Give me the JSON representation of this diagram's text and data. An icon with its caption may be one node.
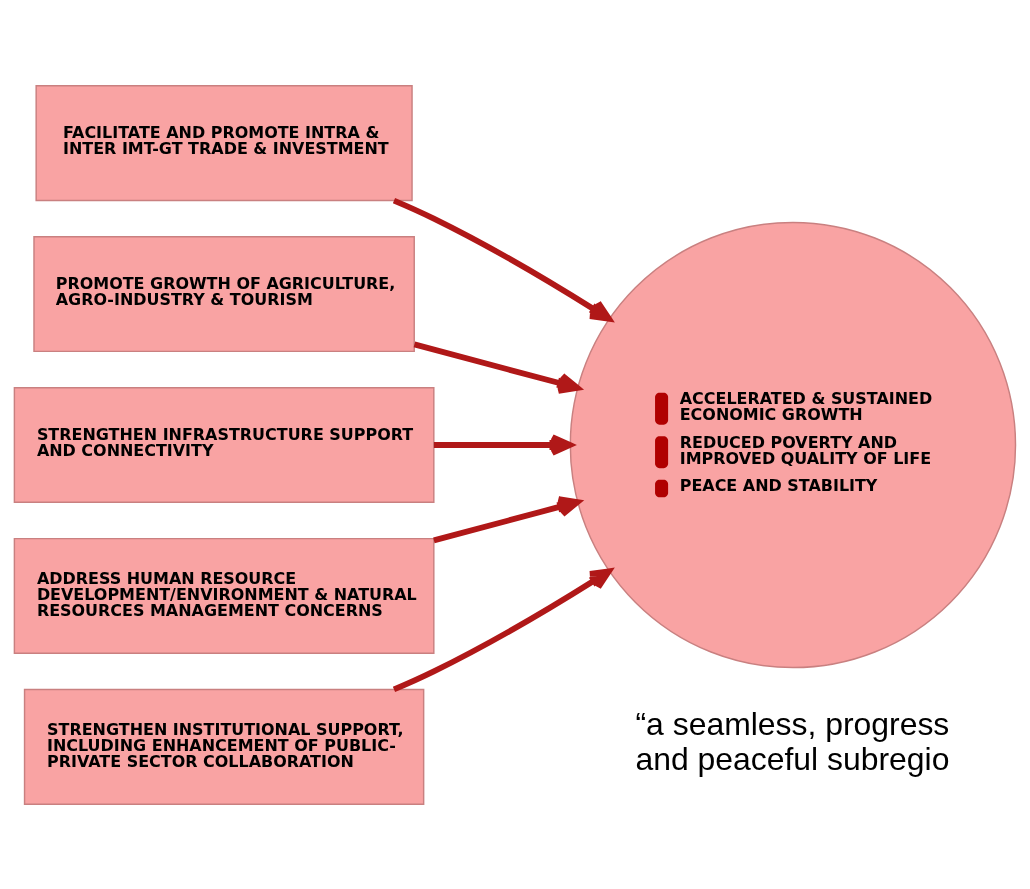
{
  "diagram": {
    "nodes": [
      {
        "text": [
          "FACILITATE AND PROMOTE INTRA & INTER IMT-GT TRADE & INVESTMENT"
        ]
      },
      {
        "text": [
          "PROMOTE GROWTH OF AGRICULTURE, AGRO-INDUSTRY & TOURISM"
        ]
      },
      {
        "text": [
          "STRENGTHEN INFRASTRUCTURE SUPPORT AND CONNECTIVITY"
        ]
      },
      {
        "text": [
          "ADDRESS HUMAN RESOURCE DEVELOPMENT/ENVIRONMENT & NATURAL RESOURCES MANAGEMENT CONCERNS"
        ]
      },
      {
        "text": [
          "STRENGTHEN INSTITUTIONAL SUPPORT, INCLUDING ENHANCEMENT OF PUBLIC-PRIVATE SECTOR COLLABORATION"
        ]
      },
      {
        "text": [
          "ACCELERATED & SUSTAINED ECONOMIC GROWTH",
          "REDUCED POVERTY AND IMPROVED QUALITY OF LIFE",
          "PEACE AND STABILITY"
        ]
      }
    ],
    "edges": [
      {
        "from": 0,
        "to": 5,
        "arrow": "to"
      },
      {
        "from": 1,
        "to": 5,
        "arrow": "to"
      },
      {
        "from": 2,
        "to": 5,
        "arrow": "to"
      },
      {
        "from": 3,
        "to": 5,
        "arrow": "to"
      },
      {
        "from": 4,
        "to": 5,
        "arrow": "to"
      }
    ],
    "labels": [
      "“a seamless, progress and peaceful subregio"
    ]
  }
}
